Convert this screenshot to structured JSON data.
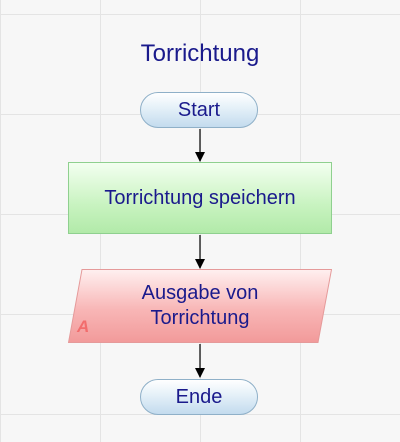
{
  "diagram": {
    "title": "Torrichtung",
    "nodes": [
      {
        "id": "start",
        "kind": "terminal",
        "label": "Start"
      },
      {
        "id": "store",
        "kind": "process",
        "label": "Torrichtung speichern"
      },
      {
        "id": "output",
        "kind": "input-output",
        "label": "Ausgabe von Torrichtung",
        "badge": "A"
      },
      {
        "id": "end",
        "kind": "terminal",
        "label": "Ende"
      }
    ],
    "edges": [
      {
        "from": "start",
        "to": "store"
      },
      {
        "from": "store",
        "to": "output"
      },
      {
        "from": "output",
        "to": "end"
      }
    ],
    "colors": {
      "text": "#1a1a8c",
      "terminal_fill": "#c3dbee",
      "process_fill": "#c8f3c0",
      "io_fill": "#f7a8a8",
      "io_badge": "#f26d6d",
      "connector": "#000000"
    }
  }
}
